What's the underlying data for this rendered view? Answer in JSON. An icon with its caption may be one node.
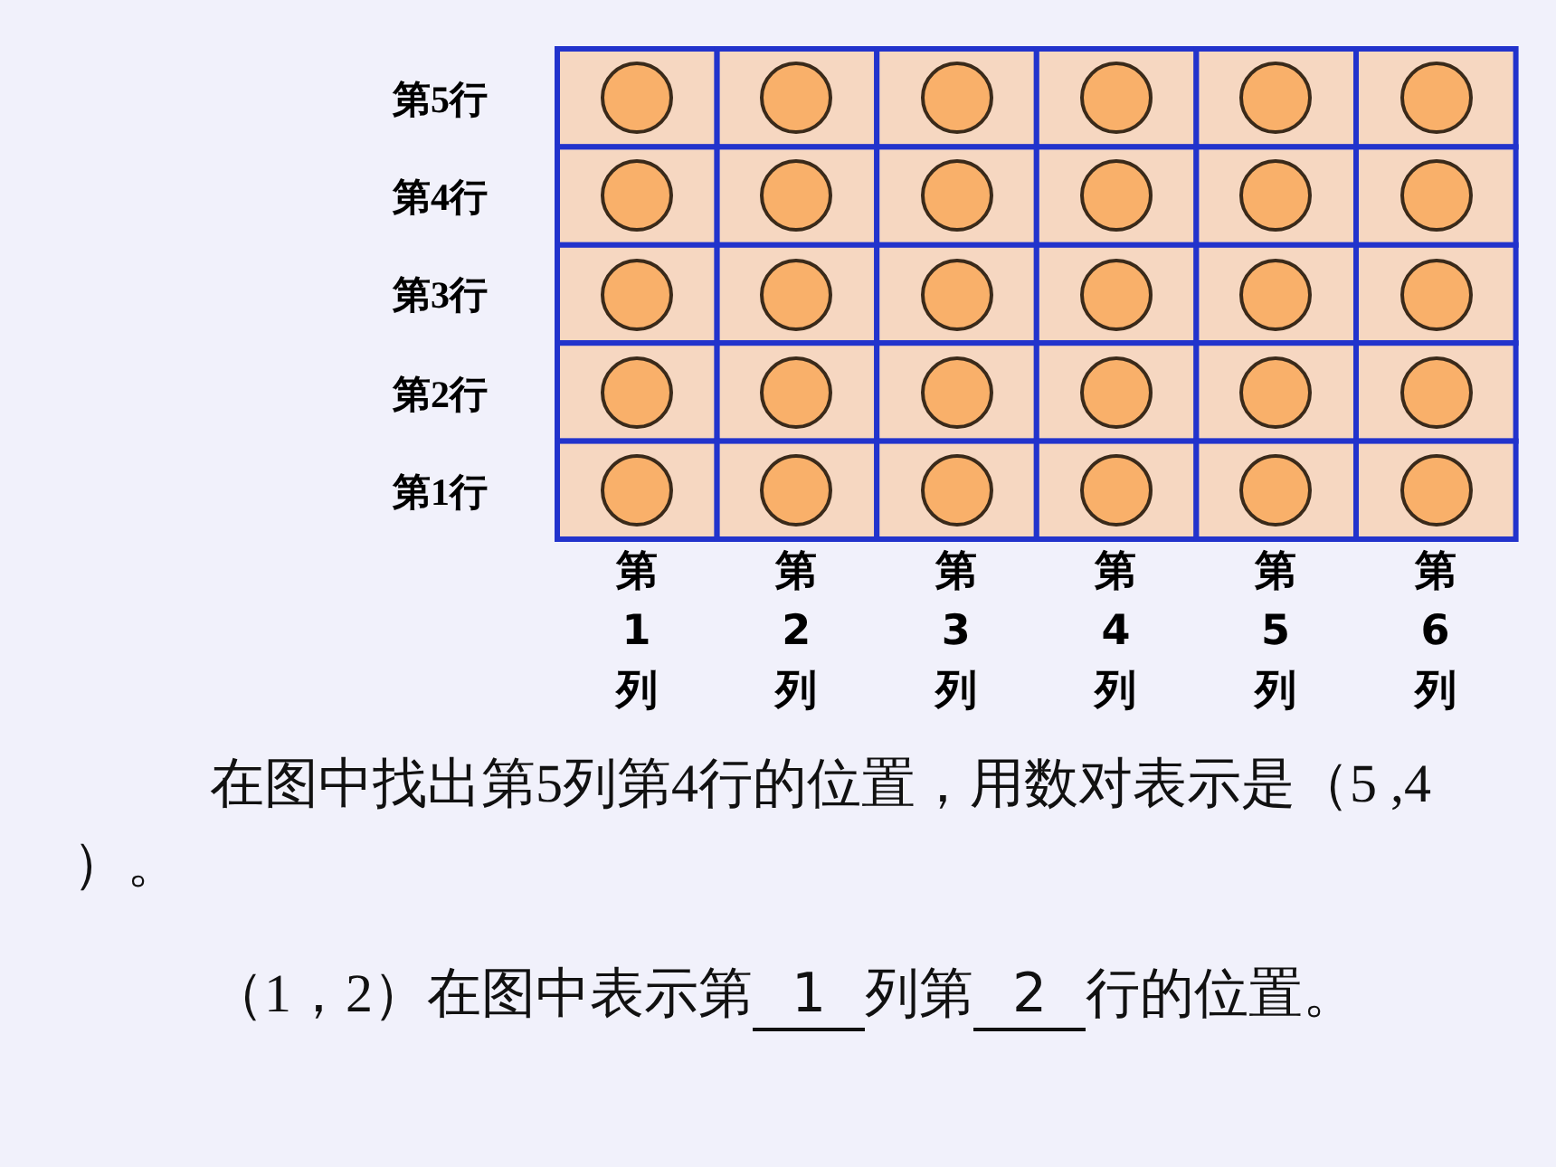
{
  "diagram": {
    "nodes": [
      {
        "text": [],
        "shape": "circle"
      },
      {
        "text": [],
        "shape": "circle"
      },
      {
        "text": [],
        "shape": "circle"
      },
      {
        "text": [],
        "shape": "circle"
      },
      {
        "text": [],
        "shape": "circle"
      },
      {
        "text": [],
        "shape": "circle"
      },
      {
        "text": [],
        "shape": "circle"
      },
      {
        "text": [],
        "shape": "circle"
      },
      {
        "text": [],
        "shape": "circle"
      },
      {
        "text": [],
        "shape": "circle"
      },
      {
        "text": [],
        "shape": "circle"
      },
      {
        "text": [],
        "shape": "circle"
      },
      {
        "text": [],
        "shape": "circle"
      },
      {
        "text": [],
        "shape": "circle"
      },
      {
        "text": [],
        "shape": "circle"
      },
      {
        "text": [],
        "shape": "circle"
      },
      {
        "text": [],
        "shape": "circle"
      },
      {
        "text": [],
        "shape": "circle"
      },
      {
        "text": [],
        "shape": "circle"
      },
      {
        "text": [],
        "shape": "circle"
      },
      {
        "text": [],
        "shape": "circle"
      },
      {
        "text": [],
        "shape": "circle"
      },
      {
        "text": [],
        "shape": "circle"
      },
      {
        "text": [],
        "shape": "circle"
      },
      {
        "text": [],
        "shape": "circle"
      },
      {
        "text": [],
        "shape": "circle"
      },
      {
        "text": [],
        "shape": "circle"
      },
      {
        "text": [],
        "shape": "circle"
      },
      {
        "text": [],
        "shape": "circle"
      },
      {
        "text": [],
        "shape": "circle"
      }
    ],
    "labels": [
      "第5行",
      "第4行",
      "第3行",
      "第2行",
      "第1行",
      "第1列",
      "第2列",
      "第3列",
      "第4列",
      "第5列",
      "第6列",
      "在图中找出第5列第4行的位置，用数对表示是（5 ,4 ）。",
      "（1，2）在图中表示第",
      "1",
      "列第",
      "2",
      "行的位置。"
    ]
  }
}
